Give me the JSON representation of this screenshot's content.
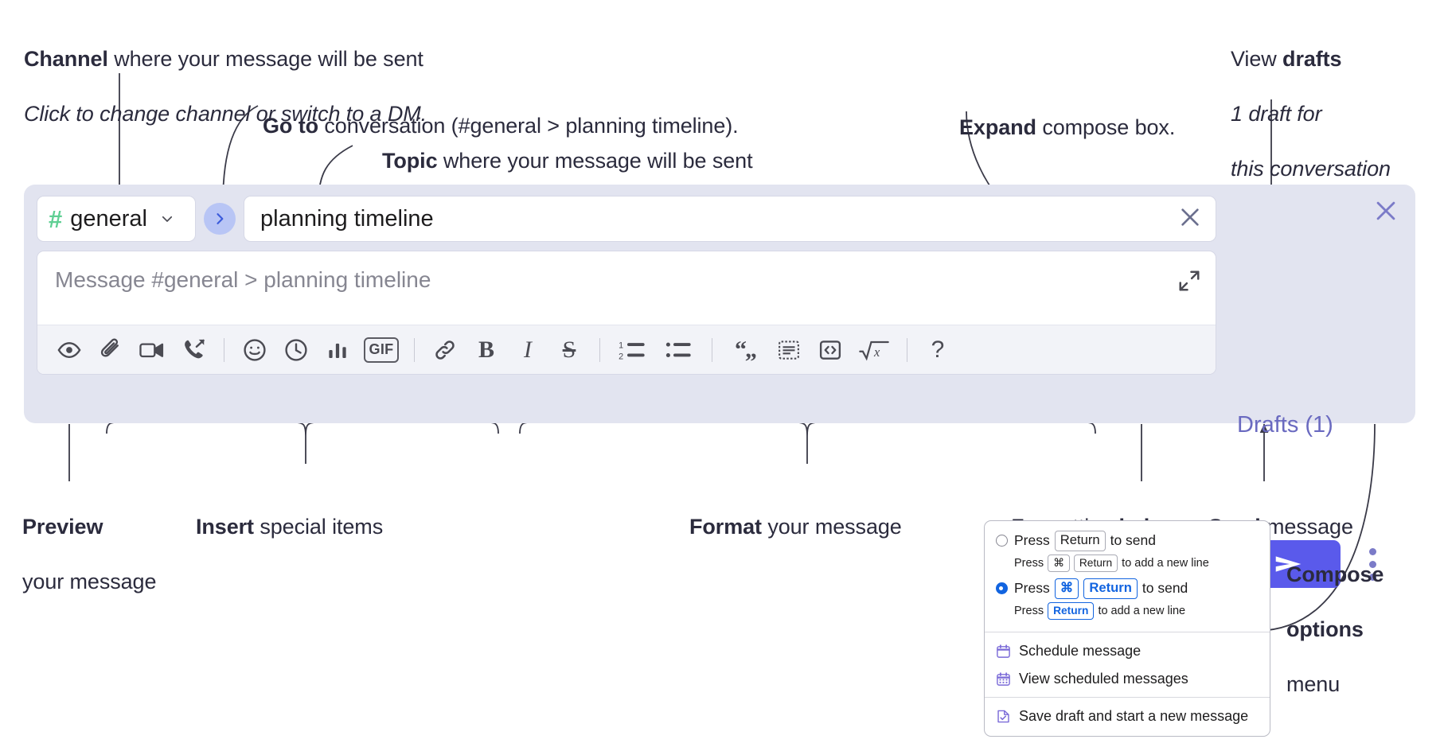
{
  "annotations": {
    "channel": {
      "strong": "Channel",
      "rest": " where your message will be sent",
      "line2": "Click to change channel or switch to a DM."
    },
    "goto": {
      "strong": "Go to",
      "rest": " conversation (#general > planning timeline)."
    },
    "topic": {
      "strong": "Topic",
      "rest": " where your message will be sent"
    },
    "expand": {
      "strong": "Expand",
      "rest": " compose box."
    },
    "drafts": {
      "line1_plain": "View ",
      "line1_strong": "drafts",
      "line2": "1 draft for",
      "line3": "this conversation"
    },
    "preview": {
      "strong": "Preview",
      "line2": "your message"
    },
    "insert": {
      "strong": "Insert",
      "rest": " special items"
    },
    "format": {
      "strong": "Format",
      "rest": " your message"
    },
    "help": {
      "plain": "Formatting ",
      "strong": "help"
    },
    "send": {
      "strong": "Send",
      "rest": " message"
    },
    "compose_options": {
      "line1": "Compose",
      "line2": "options",
      "line3": "menu"
    }
  },
  "compose": {
    "channel_name": "general",
    "hash_symbol": "#",
    "topic_value": "planning timeline",
    "message_placeholder": "Message #general > planning timeline",
    "drafts_label": "Drafts (1)",
    "toolbar": [
      {
        "name": "preview-icon",
        "label": "Preview"
      },
      {
        "name": "attachment-icon",
        "label": "Attach file"
      },
      {
        "name": "video-camera-icon",
        "label": "Video clip"
      },
      {
        "name": "phone-forward-icon",
        "label": "Audio clip"
      },
      {
        "name": "separator",
        "label": ""
      },
      {
        "name": "emoji-icon",
        "label": "Emoji"
      },
      {
        "name": "clock-icon",
        "label": "Reminder"
      },
      {
        "name": "poll-bar-chart-icon",
        "label": "Poll"
      },
      {
        "name": "gif-icon",
        "label": "GIF"
      },
      {
        "name": "separator",
        "label": ""
      },
      {
        "name": "link-icon",
        "label": "Link"
      },
      {
        "name": "bold-icon",
        "label": "B"
      },
      {
        "name": "italic-icon",
        "label": "I"
      },
      {
        "name": "strikethrough-icon",
        "label": "S"
      },
      {
        "name": "separator",
        "label": ""
      },
      {
        "name": "ordered-list-icon",
        "label": "Ordered list"
      },
      {
        "name": "bullet-list-icon",
        "label": "Bulleted list"
      },
      {
        "name": "separator",
        "label": ""
      },
      {
        "name": "blockquote-icon",
        "label": "Blockquote"
      },
      {
        "name": "code-block-icon",
        "label": "Code block"
      },
      {
        "name": "inline-code-icon",
        "label": "Code"
      },
      {
        "name": "math-icon",
        "label": "Math"
      },
      {
        "name": "separator",
        "label": ""
      },
      {
        "name": "help-icon",
        "label": "?"
      }
    ]
  },
  "options_menu": {
    "radio_options": [
      {
        "selected": false,
        "main": [
          {
            "t": "text",
            "v": "Press"
          },
          {
            "t": "kbd",
            "v": "Return"
          },
          {
            "t": "text",
            "v": "to send"
          }
        ],
        "sub": [
          {
            "t": "text",
            "v": "Press"
          },
          {
            "t": "kbd",
            "v": "⌘"
          },
          {
            "t": "kbd",
            "v": "Return"
          },
          {
            "t": "text",
            "v": "to add a new line"
          }
        ]
      },
      {
        "selected": true,
        "main": [
          {
            "t": "text",
            "v": "Press"
          },
          {
            "t": "kbd-blue",
            "v": "⌘"
          },
          {
            "t": "kbd-blue",
            "v": "Return"
          },
          {
            "t": "text",
            "v": "to send"
          }
        ],
        "sub": [
          {
            "t": "text",
            "v": "Press"
          },
          {
            "t": "kbd-blue",
            "v": "Return"
          },
          {
            "t": "text",
            "v": "to add a new line"
          }
        ]
      }
    ],
    "items": [
      {
        "icon": "calendar-schedule-icon",
        "label": "Schedule message"
      },
      {
        "icon": "calendar-grid-icon",
        "label": "View scheduled messages"
      },
      {
        "icon": "save-draft-icon",
        "label": "Save draft and start a new message"
      }
    ]
  },
  "colors": {
    "panel_bg": "#e2e4f0",
    "accent_send": "#5a5aeb",
    "goto_circle": "#b8c5f5",
    "hash_green": "#5fcf93",
    "drafts_text": "#6a6ac0",
    "kbd_blue": "#1264e0",
    "anno_text": "#2b2b3d"
  }
}
